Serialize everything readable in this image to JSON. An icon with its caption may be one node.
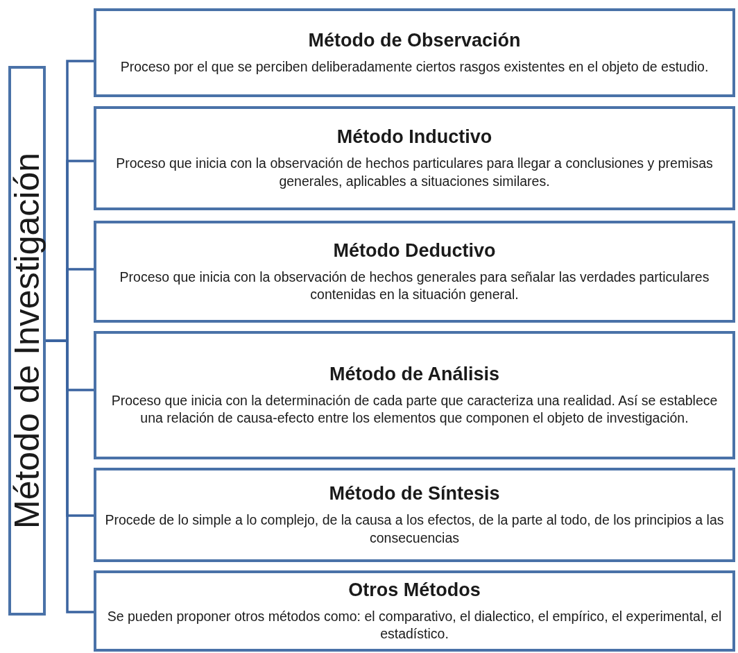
{
  "diagram": {
    "nodes": [
      {
        "text": [
          "Método de Investigación"
        ]
      },
      {
        "text": [
          "Método de Observación",
          "Proceso por el que se perciben deliberadamente ciertos rasgos existentes en el objeto de estudio."
        ]
      },
      {
        "text": [
          "Método Inductivo",
          "Proceso que inicia con la observación de hechos particulares para llegar a conclusiones y premisas generales, aplicables a situaciones similares."
        ]
      },
      {
        "text": [
          "Método Deductivo",
          "Proceso que inicia con la observación de hechos generales para señalar las verdades particulares contenidas en la situación general."
        ]
      },
      {
        "text": [
          "Método de Análisis",
          "Proceso que inicia con la determinación de cada parte que caracteriza una realidad. Así se establece una relación de causa-efecto entre los elementos que componen el objeto de investigación."
        ]
      },
      {
        "text": [
          "Método de Síntesis",
          "Procede de lo simple a lo complejo, de la causa a los efectos, de la parte al todo, de los principios a las consecuencias"
        ]
      },
      {
        "text": [
          "Otros Métodos",
          "Se pueden proponer otros métodos como: el comparativo, el dialectico, el empírico, el experimental, el estadístico."
        ]
      }
    ],
    "edges": [
      {
        "from": 0,
        "to": 1,
        "arrow": "none"
      },
      {
        "from": 0,
        "to": 2,
        "arrow": "none"
      },
      {
        "from": 0,
        "to": 3,
        "arrow": "none"
      },
      {
        "from": 0,
        "to": 4,
        "arrow": "none"
      },
      {
        "from": 0,
        "to": 5,
        "arrow": "none"
      },
      {
        "from": 0,
        "to": 6,
        "arrow": "none"
      }
    ]
  }
}
